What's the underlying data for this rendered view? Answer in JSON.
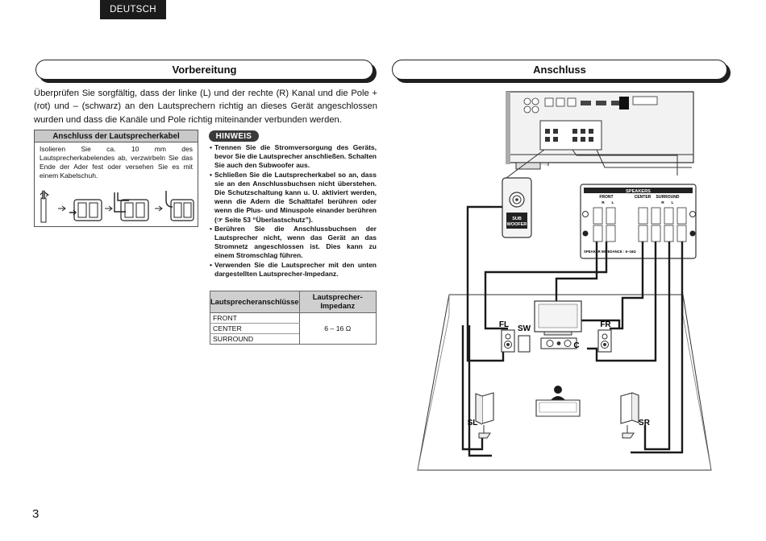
{
  "header": {
    "language_tab": "DEUTSCH"
  },
  "vorbereitung": {
    "title": "Vorbereitung",
    "intro": "Überprüfen Sie sorgfältig, dass der linke (L) und der rechte (R) Kanal und die Pole + (rot) und – (schwarz) an den Lautsprechern richtig an dieses Gerät angeschlossen wurden und dass die Kanäle und Pole richtig miteinander verbunden werden.",
    "cable_box": {
      "title": "Anschluss der Lautsprecherkabel",
      "text": "Isolieren Sie ca. 10 mm des Lautsprecherkabelendes ab, verzwirbeln Sie das Ende der Ader fest oder versehen Sie es mit einem Kabelschuh."
    },
    "hinweis": {
      "badge": "HINWEIS",
      "items": [
        "Trennen Sie die Stromversorgung des Geräts, bevor Sie die Lautsprecher anschließen. Schalten Sie auch den Subwoofer aus.",
        "Schließen Sie die Lautsprecherkabel so an, dass sie an den Anschlussbuchsen nicht überstehen. Die Schutzschaltung kann u. U. aktiviert werden, wenn die Adern die Schalttafel berühren oder wenn die Plus- und Minuspole einander berühren (☞ Seite 53 “Überlastschutz”).",
        "Berühren Sie die Anschlussbuchsen der Lautsprecher nicht, wenn das Gerät an das Stromnetz angeschlossen ist. Dies kann zu einem Stromschlag führen.",
        "Verwenden Sie die Lautsprecher mit den unten dargestellten Lautsprecher-Impedanz."
      ]
    },
    "impedance_table": {
      "headers": [
        "Lautsprecheranschlüsse",
        "Lautsprecher-Impedanz"
      ],
      "rows": [
        "FRONT",
        "CENTER",
        "SURROUND"
      ],
      "value": "6 – 16 Ω"
    }
  },
  "anschluss": {
    "title": "Anschluss",
    "diagram": {
      "speakers_panel_title": "SPEAKERS",
      "groups": [
        "FRONT",
        "CENTER",
        "SURROUND"
      ],
      "channel_r": "R",
      "channel_l": "L",
      "impedance_label": "SPEAKER IMPEDANCE : 6~16Ω",
      "subwoofer_jack_label_1": "SUB",
      "subwoofer_jack_label_2": "WOOFER",
      "speaker_labels": {
        "fl": "FL",
        "sw": "SW",
        "fr": "FR",
        "c": "C",
        "sl": "SL",
        "sr": "SR"
      }
    }
  },
  "footer": {
    "page_number": "3"
  }
}
